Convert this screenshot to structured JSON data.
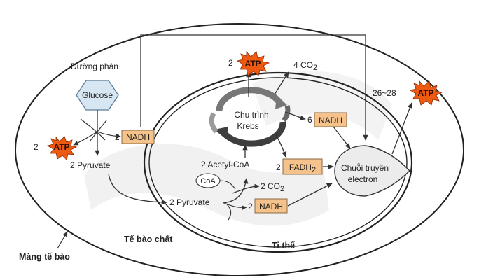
{
  "colors": {
    "box_fill": "#f4c28a",
    "box_stroke": "#8a6a44",
    "atp_fill": "#ef5a12",
    "atp_stroke": "#8a2a00",
    "glucose_fill": "#d7e6f3",
    "glucose_stroke": "#5d7c98",
    "chain_fill": "#ececec",
    "krebs_arrow": "#555555",
    "watermark": "#eeeeee"
  },
  "labels": {
    "glycolysis": "Đường phân",
    "glucose": "Glucose",
    "atp_left_count": "2",
    "atp": "ATP",
    "nadh_left_count": "2",
    "nadh": "NADH",
    "pyruvate_left": "2 Pyruvate",
    "cytoplasm": "Tế bào chất",
    "cell_membrane": "Màng tế bào",
    "pyruvate_mito": "2 Pyruvate",
    "coa": "CoA",
    "acetyl_coa": "2 Acetyl-CoA",
    "co2_two": "2 CO",
    "co2_two_sub": "2",
    "nadh_bottom_count": "2",
    "krebs_line1": "Chu trình",
    "krebs_line2": "Krebs",
    "atp_top_count": "2",
    "co2_four": "4 CO",
    "co2_four_sub": "2",
    "nadh_six_count": "6",
    "fadh_count": "2",
    "fadh": "FADH",
    "fadh_sub": "2",
    "chain_line1": "Chuỗi truyền",
    "chain_line2": "electron",
    "atp_chain_count": "26~28",
    "mitochondrion": "Ti thể"
  }
}
